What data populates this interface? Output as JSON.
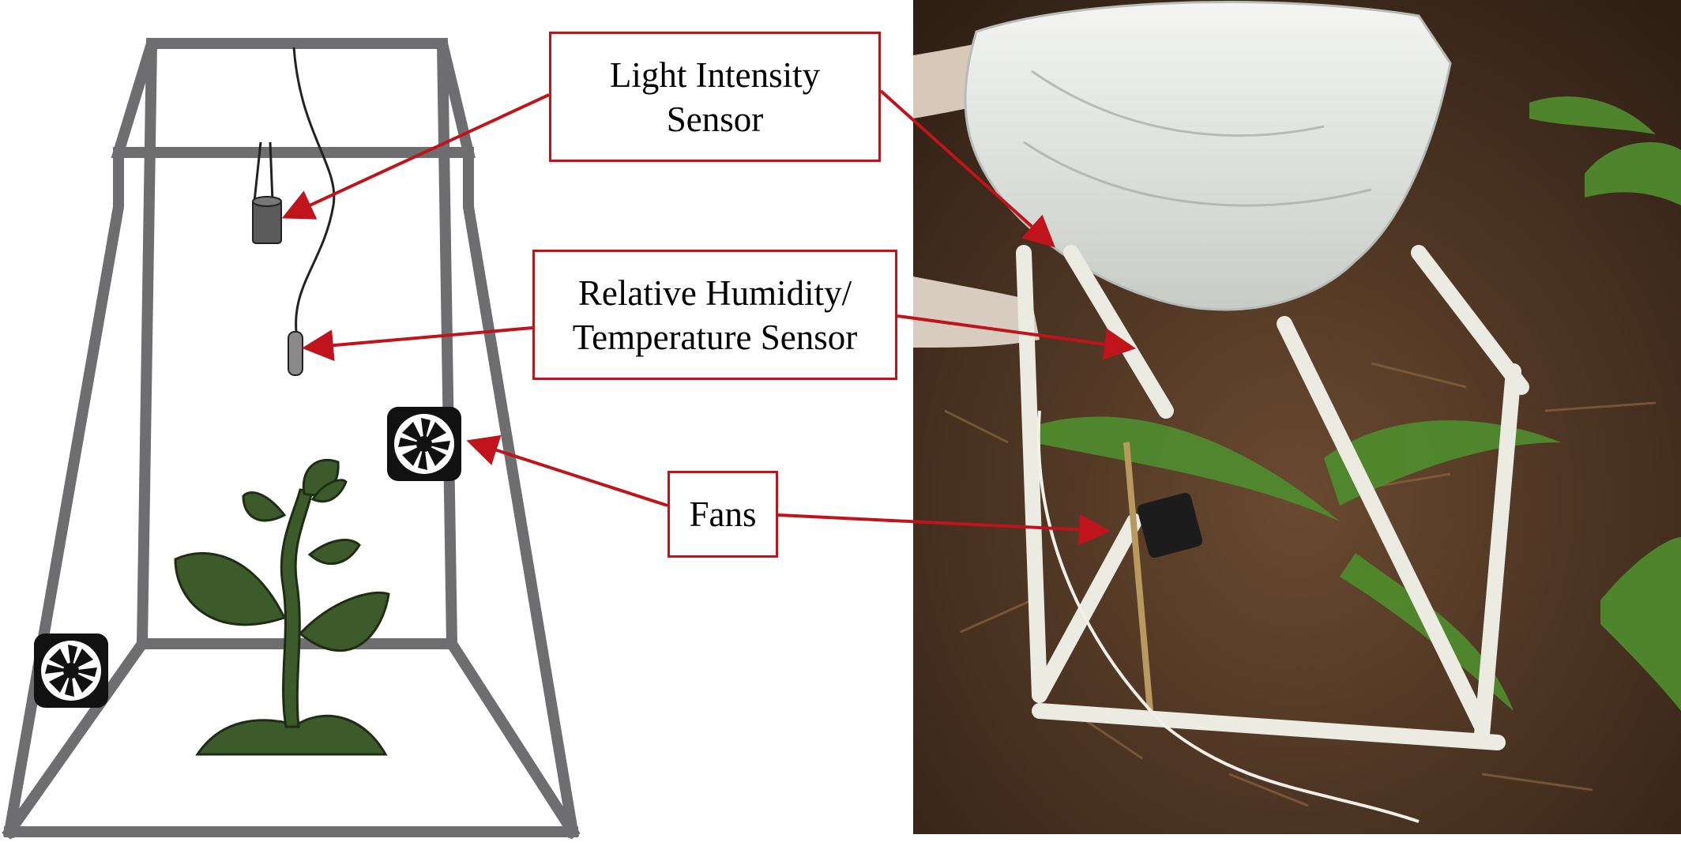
{
  "labels": {
    "light_sensor": [
      "Light Intensity",
      "Sensor"
    ],
    "rh_temp_sensor": [
      "Relative Humidity/",
      "Temperature Sensor"
    ],
    "fans": [
      "Fans"
    ]
  },
  "colors": {
    "frame": "#6e6e70",
    "arrow": "#c0141c",
    "plant": "#3d5a2a",
    "sensor": "#5a5a5a",
    "fan_body": "#111111",
    "pvc": "#ecebe2",
    "forest_floor": "#4a3424",
    "fern": "#4f8a2d",
    "bag": "#e4e6e3"
  },
  "icons": {
    "light_sensor": "cylinder-sensor-icon",
    "rh_sensor": "probe-sensor-icon",
    "fan": "fan-icon",
    "plant": "plant-icon"
  },
  "photo": {
    "description_name": "field-chamber-photo"
  }
}
